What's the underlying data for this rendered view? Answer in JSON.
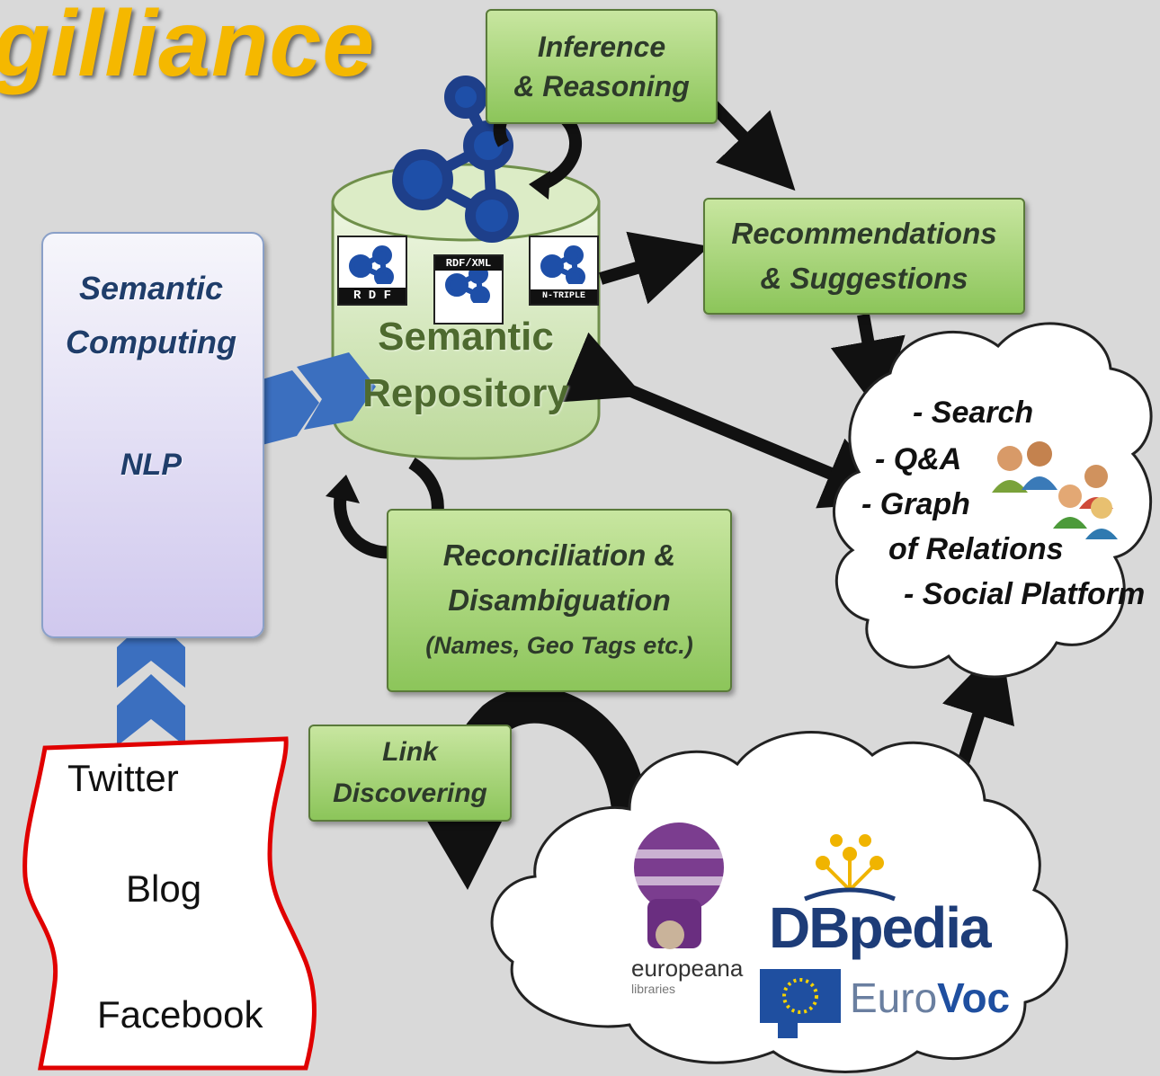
{
  "title": "gilliance",
  "left_panel": {
    "line1": "Semantic",
    "line2": "Computing",
    "line3": "NLP"
  },
  "repository": {
    "line1": "Semantic",
    "line2": "Repository",
    "badges": [
      "R D F",
      "RDF/XML",
      "N-TRIPLE"
    ]
  },
  "boxes": {
    "inference": [
      "Inference",
      "& Reasoning"
    ],
    "recommendations": [
      "Recommendations",
      "& Suggestions"
    ],
    "reconciliation": [
      "Reconciliation &",
      "Disambiguation",
      "(Names, Geo Tags etc.)"
    ],
    "link": [
      "Link",
      "Discovering"
    ]
  },
  "sources": [
    "Twitter",
    "Blog",
    "Facebook"
  ],
  "cloud_top": [
    "- Search",
    "- Q&A",
    "- Graph",
    "of Relations",
    "- Social Platform"
  ],
  "cloud_bottom": {
    "europeana": "europeana",
    "europeana_sub": "libraries",
    "dbpedia": "DBpedia",
    "eurovoc_a": "Euro",
    "eurovoc_b": "Voc"
  },
  "colors": {
    "background": "#d9d9d9",
    "title": "#f5b800",
    "box": "#a6d273",
    "panel": "#d0c8ee",
    "source_border": "#e00000"
  }
}
